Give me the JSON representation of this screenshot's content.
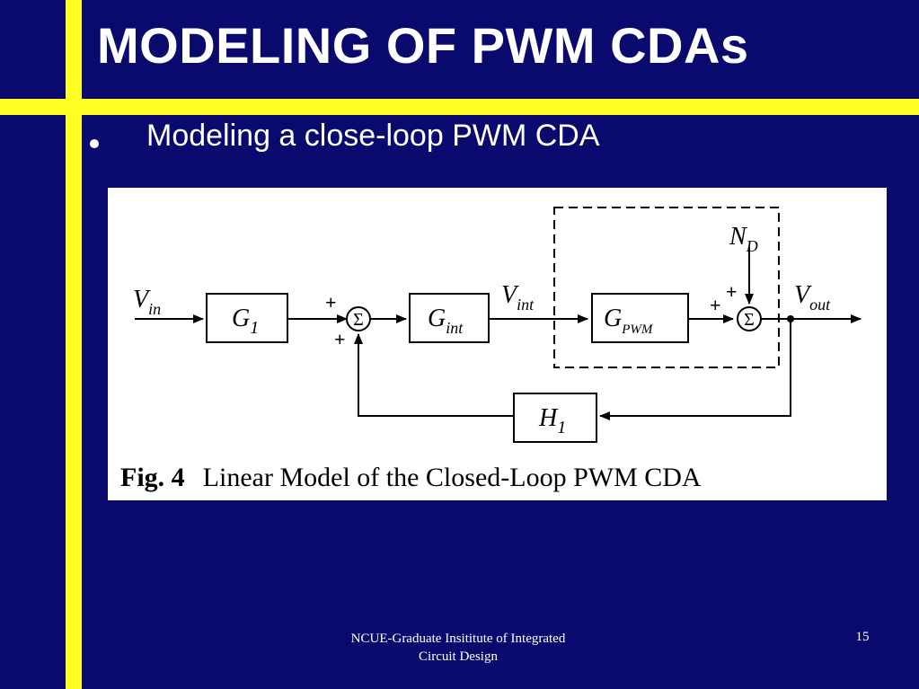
{
  "slide": {
    "title": "MODELING OF PWM CDAs",
    "bullet": "Modeling a close-loop PWM CDA",
    "footer_line1": "NCUE-Graduate Insititute of Integrated",
    "footer_line2": "Circuit Design",
    "page_number": "15",
    "colors": {
      "background": "#0a0a6e",
      "accent_bars": "#ffff22",
      "text": "#ffffff"
    }
  },
  "diagram": {
    "caption_label": "Fig. 4",
    "caption_text": "Linear Model of the Closed-Loop PWM CDA",
    "vin": {
      "main": "V",
      "sub": "in"
    },
    "vint": {
      "main": "V",
      "sub": "int"
    },
    "vout": {
      "main": "V",
      "sub": "out"
    },
    "nd": {
      "main": "N",
      "sub": "D"
    },
    "g1": {
      "main": "G",
      "sub": "1"
    },
    "gint": {
      "main": "G",
      "sub": "int"
    },
    "gpwm": {
      "main": "G",
      "sub": "PWM"
    },
    "h1": {
      "main": "H",
      "sub": "1"
    },
    "sum_symbol": "Σ",
    "plus": "+"
  }
}
